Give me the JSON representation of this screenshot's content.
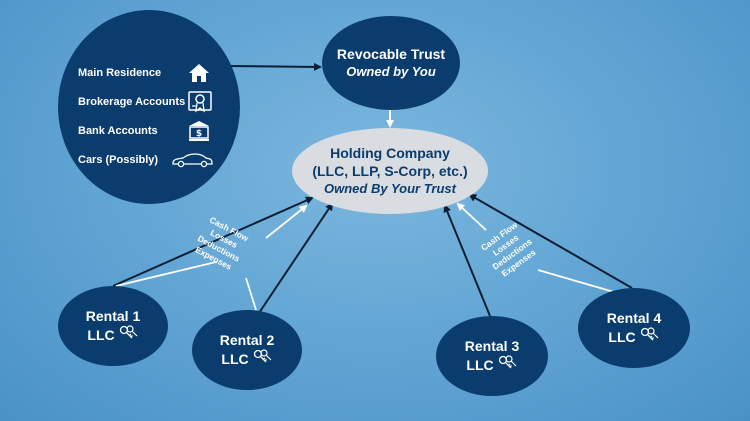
{
  "trust": {
    "title": "Revocable Trust",
    "subtitle": "Owned by You"
  },
  "holding": {
    "line1": "Holding Company",
    "line2": "(LLC, LLP, S-Corp, etc.)",
    "subtitle": "Owned By Your Trust"
  },
  "assets": [
    {
      "label": "Main Residence",
      "icon": "house-icon"
    },
    {
      "label": "Brokerage Accounts",
      "icon": "certificate-icon"
    },
    {
      "label": "Bank Accounts",
      "icon": "bank-icon"
    },
    {
      "label": "Cars (Possibly)",
      "icon": "car-icon"
    }
  ],
  "rentals": [
    {
      "line1": "Rental 1",
      "line2": "LLC",
      "icon": "keys-icon"
    },
    {
      "line1": "Rental 2",
      "line2": "LLC",
      "icon": "keys-icon"
    },
    {
      "line1": "Rental 3",
      "line2": "LLC",
      "icon": "keys-icon"
    },
    {
      "line1": "Rental 4",
      "line2": "LLC",
      "icon": "keys-icon"
    }
  ],
  "flow_left": [
    "Cash Flow",
    "Losses",
    "Deductions",
    "Expenses"
  ],
  "flow_right": [
    "Cash Flow",
    "Losses",
    "Deductions",
    "Expenses"
  ],
  "colors": {
    "node_dark": "#0b3c6e",
    "node_light": "#d9dde1",
    "background": "#5fa3d3",
    "arrow_dark": "#0a1f33",
    "arrow_light": "#ffffff"
  }
}
